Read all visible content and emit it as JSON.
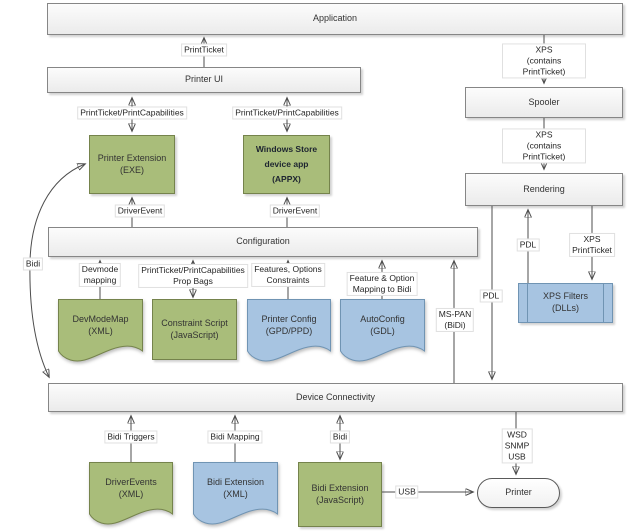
{
  "nodes": {
    "application": {
      "label": "Application"
    },
    "printer_ui": {
      "label": "Printer UI"
    },
    "printer_extension": {
      "label": "Printer Extension\n(EXE)"
    },
    "windows_store_app": {
      "label": "Windows Store\ndevice app\n(APPX)"
    },
    "configuration": {
      "label": "Configuration"
    },
    "spooler": {
      "label": "Spooler"
    },
    "rendering": {
      "label": "Rendering"
    },
    "xps_filters": {
      "label": "XPS Filters\n(DLLs)"
    },
    "devmodemap": {
      "label": "DevModeMap\n(XML)"
    },
    "constraint_script": {
      "label": "Constraint Script\n(JavaScript)"
    },
    "printer_config": {
      "label": "Printer Config\n(GPD/PPD)"
    },
    "autoconfig": {
      "label": "AutoConfig\n(GDL)"
    },
    "device_connectivity": {
      "label": "Device Connectivity"
    },
    "driverevents": {
      "label": "DriverEvents\n(XML)"
    },
    "bidi_extension_xml": {
      "label": "Bidi Extension\n(XML)"
    },
    "bidi_extension_js": {
      "label": "Bidi Extension\n(JavaScript)"
    },
    "printer": {
      "label": "Printer"
    }
  },
  "edge_labels": {
    "print_ticket": "PrintTicket",
    "ptpc_left": "PrintTicket/PrintCapabilities",
    "ptpc_right": "PrintTicket/PrintCapabilities",
    "driver_event_left": "DriverEvent",
    "driver_event_right": "DriverEvent",
    "xps_app_to_spooler": "XPS\n(contains PrintTicket)",
    "xps_spooler_to_rendering": "XPS\n(contains PrintTicket)",
    "xps_printticket": "XPS\nPrintTicket",
    "pdl_to_rendering": "PDL",
    "pdl_to_device_connectivity": "PDL",
    "ms_pan_bidi": "MS-PAN\n(BiDi)",
    "bidi_curve": "Bidi",
    "devmode_mapping": "Devmode\nmapping",
    "prop_bags": "PrintTicket/PrintCapabilities\nProp Bags",
    "features_options_constraints": "Features, Options\nConstraints",
    "feature_option_mapping": "Feature & Option\nMapping to Bidi",
    "bidi_triggers": "Bidi Triggers",
    "bidi_mapping": "Bidi Mapping",
    "bidi": "Bidi",
    "usb": "USB",
    "wsd_snmp_usb": "WSD\nSNMP\nUSB"
  },
  "colors": {
    "green_fill": "#a9bd7a",
    "green_border": "#75834c",
    "blue_fill": "#a7c4e1",
    "blue_border": "#7094b3",
    "line": "#4d4d4d"
  }
}
